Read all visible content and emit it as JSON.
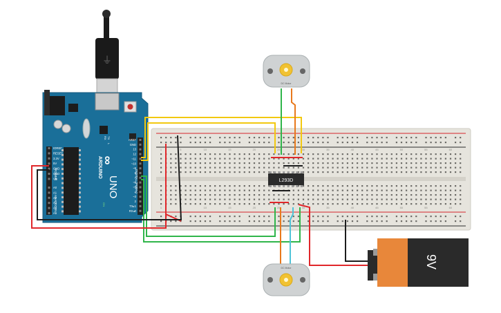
{
  "colors": {
    "arduino_board": "#1a6f99",
    "breadboard": "#e6e4dd",
    "rail_red": "#d7252b",
    "rail_black": "#2b2b2b",
    "wire_red": "#e0262a",
    "wire_black": "#1c1c1c",
    "wire_yellow": "#f2c80f",
    "wire_green": "#2fb54a",
    "wire_orange": "#e8791c",
    "wire_cyan": "#4fc3d8",
    "battery_body": "#e8873a",
    "battery_label": "#2a2a2a",
    "motor_body": "#cfd2d3",
    "motor_hub": "#f1c232"
  },
  "arduino": {
    "brand": "ARDUINO",
    "model": "UNO",
    "digital_label": "DIGITAL (PWM~)",
    "power_label": "POWER",
    "analog_label": "ANALOG IN",
    "on_label": "ON",
    "tx_label": "TX",
    "rx_label": "RX",
    "l_label": "L",
    "digital_pins": [
      "AREF",
      "GND",
      "13",
      "12",
      "~11",
      "~10",
      "~9",
      "8",
      "7",
      "~6",
      "~5",
      "4",
      "~3",
      "2",
      "TX▸1",
      "RX◂0"
    ],
    "power_pins": [
      "IOREF",
      "RESET",
      "3.3V",
      "5V",
      "GND",
      "GND",
      "Vin"
    ],
    "analog_pins": [
      "A0",
      "A1",
      "A2",
      "A3",
      "A4",
      "A5"
    ]
  },
  "breadboard": {
    "column_numbers": [
      "1",
      "5",
      "10",
      "15",
      "20",
      "25",
      "30",
      "35",
      "40",
      "45",
      "50",
      "55",
      "60"
    ]
  },
  "chip": {
    "label": "L293D"
  },
  "motors": {
    "top_label": "DC Motor",
    "bottom_label": "DC Motor"
  },
  "battery": {
    "label": "9V"
  }
}
